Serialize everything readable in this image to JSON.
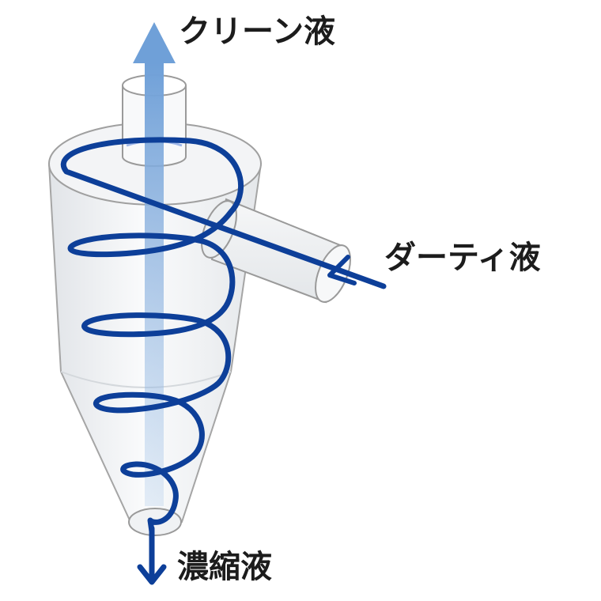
{
  "labels": {
    "clean_liquid": "クリーン液",
    "dirty_liquid": "ダーティ液",
    "concentrated_liquid": "濃縮液"
  },
  "colors": {
    "spiral": "#0d3f99",
    "arrow_down": "#0d3f99",
    "arrow_up": "#6fa0d8",
    "body_fill": "#eef0f2",
    "outline": "#9a9a9a",
    "text": "#1c1c1c"
  }
}
